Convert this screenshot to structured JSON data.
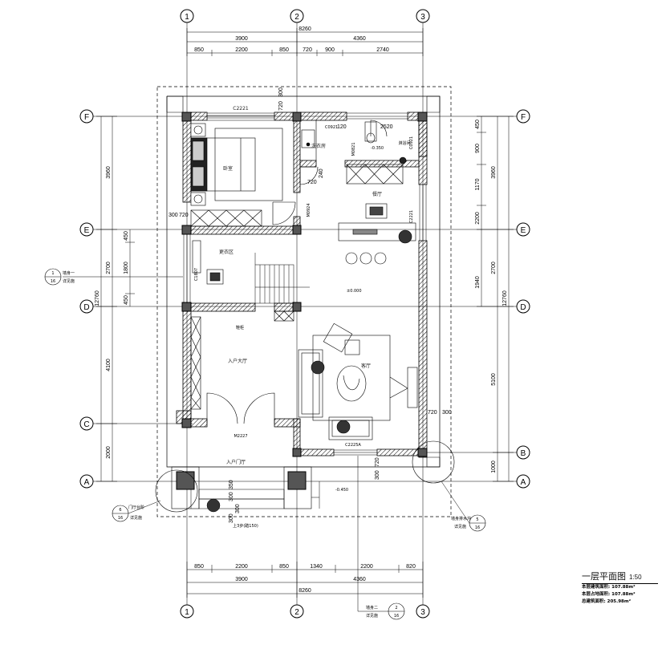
{
  "drawing": {
    "title": "一层平面图",
    "scale": "1:50",
    "areas": [
      {
        "label": "本层建筑面积:",
        "value": "107.88m²"
      },
      {
        "label": "本层占地面积:",
        "value": "107.88m²"
      },
      {
        "label": "总建筑面积:",
        "value": "205.98m²"
      }
    ]
  },
  "axes": {
    "vertical": [
      "1",
      "2",
      "3"
    ],
    "horizontal": [
      "F",
      "E",
      "D",
      "C",
      "B",
      "A"
    ]
  },
  "dimensions": {
    "top_total": "8260",
    "top_row1": [
      "3900",
      "4360"
    ],
    "top_row2": [
      "850",
      "2200",
      "850",
      "720",
      "900",
      "2740"
    ],
    "bottom_row1": [
      "850",
      "2200",
      "850",
      "1340",
      "2200",
      "820"
    ],
    "bottom_row2": [
      "3900",
      "4360"
    ],
    "bottom_total": "8260",
    "left_total": "12760",
    "left_row": [
      "3960",
      "2700",
      "4100",
      "2000"
    ],
    "left_inner": [
      "450",
      "1800",
      "450"
    ],
    "right_total": "12760",
    "right_row": [
      "3960",
      "2700",
      "5100",
      "1000"
    ],
    "right_inner": [
      "450",
      "900",
      "1170",
      "2200",
      "1940"
    ],
    "misc": [
      "720",
      "300",
      "720",
      "300",
      "720",
      "120",
      "2520",
      "240",
      "720",
      "300",
      "300",
      "350",
      "300",
      "300",
      "720",
      "300"
    ]
  },
  "labels": {
    "window_top": "C2221",
    "bedroom": "卧室",
    "laundry": "洗衣房",
    "bath": "淋浴间",
    "dining": "餐厅",
    "storage": "更衣区",
    "window_left": "C1807",
    "door_m0924": "M0924",
    "door_m0821": "M0821",
    "door_c0921a": "C0921",
    "door_c0921b": "C0921",
    "window_c2221": "C2221",
    "elev_top": "-0.350",
    "elev_main": "±0.000",
    "shoe": "鞋柜",
    "foyer": "入户大厅",
    "living": "客厅",
    "door_main": "M2227",
    "porch": "入户门厅",
    "window_bottom": "C2225A",
    "elev_low": "-0.450",
    "steps": "上3步(踏150)",
    "ref_left_top": "墙身一",
    "ref_left_bottom": "详见施",
    "ref_door_top": "门厅台阶",
    "ref_door_bottom": "详见施",
    "ref_right_top": "墙身排水沟",
    "ref_right_bottom": "详见施",
    "ref_bottom_top": "墙身二",
    "ref_bottom_bottom": "详见施",
    "ref_num_1": "1",
    "ref_num_16": "16",
    "ref_num_6": "6",
    "ref_num_5": "5",
    "ref_num_2": "2"
  }
}
